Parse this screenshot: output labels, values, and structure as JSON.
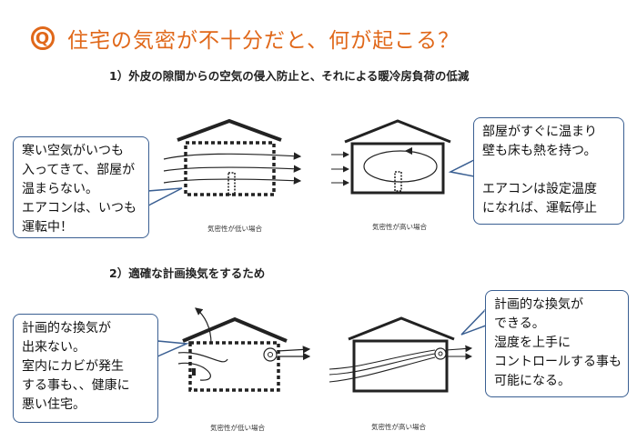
{
  "title": "住宅の気密が不十分だと、何が起こる？",
  "q_icon_glyph": "Q",
  "section1": "1）外皮の隙間からの空気の侵入防止と、それによる暖冷房負荷の低減",
  "section2": "2）適確な計画換気をするため",
  "callouts": [
    "寒い空気がいつも\n入ってきて、部屋が\n温まらない。\nエアコンは、いつも\n運転中！",
    "部屋がすぐに温まり\n壁も床も熱を持つ。\n\nエアコンは設定温度\nになれば、運転停止",
    "計画的な換気が\n出来ない。\n室内にカビが発生\nする事も、、健康に\n悪い住宅。",
    "計画的な換気が\nできる。\n湿度を上手に\nコントロールする事も\n可能になる。"
  ],
  "captions": {
    "low": "気密性が低い場合",
    "high": "気密性が高い場合"
  },
  "colors": {
    "title": "#e0681a",
    "callout_border": "#3a5f92"
  },
  "icons": [
    "q-icon",
    "air-arrow-icon",
    "fan-icon"
  ]
}
